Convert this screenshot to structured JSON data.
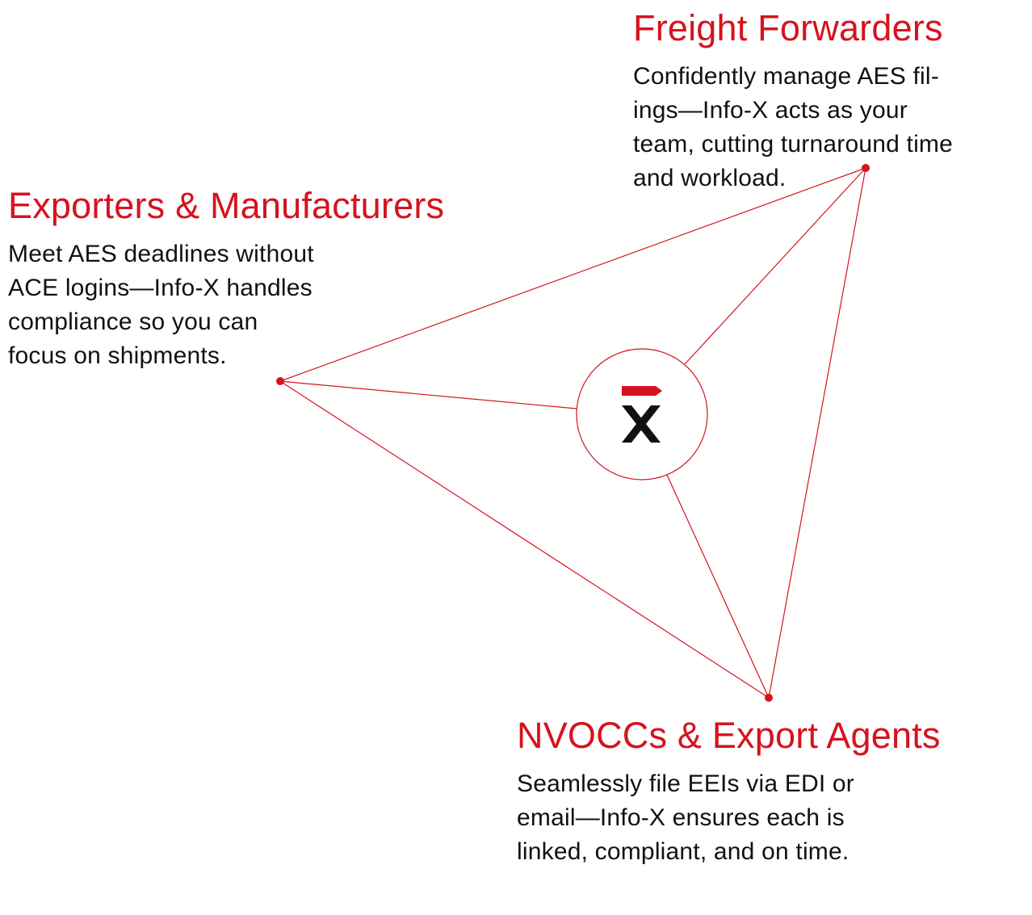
{
  "audiences": {
    "freight_forwarders": {
      "title": "Freight Forwarders",
      "lines": [
        "Confidently manage AES fil-",
        "ings—Info-X acts as your",
        "team, cutting turnaround time",
        "and workload."
      ]
    },
    "exporters": {
      "title": "Exporters & Manufacturers",
      "lines": [
        "Meet AES deadlines without",
        "ACE logins—Info-X handles",
        "compliance so you can",
        "focus on shipments."
      ]
    },
    "nvoccs": {
      "title": "NVOCCs & Export Agents",
      "lines": [
        "Seamlessly file EEIs via EDI or",
        "email—Info-X ensures each is",
        "linked, compliant, and on time."
      ]
    }
  },
  "hub": {
    "logo": "info-x-logo"
  },
  "colors": {
    "accent": "#d5131e",
    "text": "#111111",
    "logo_dark": "#111111"
  }
}
